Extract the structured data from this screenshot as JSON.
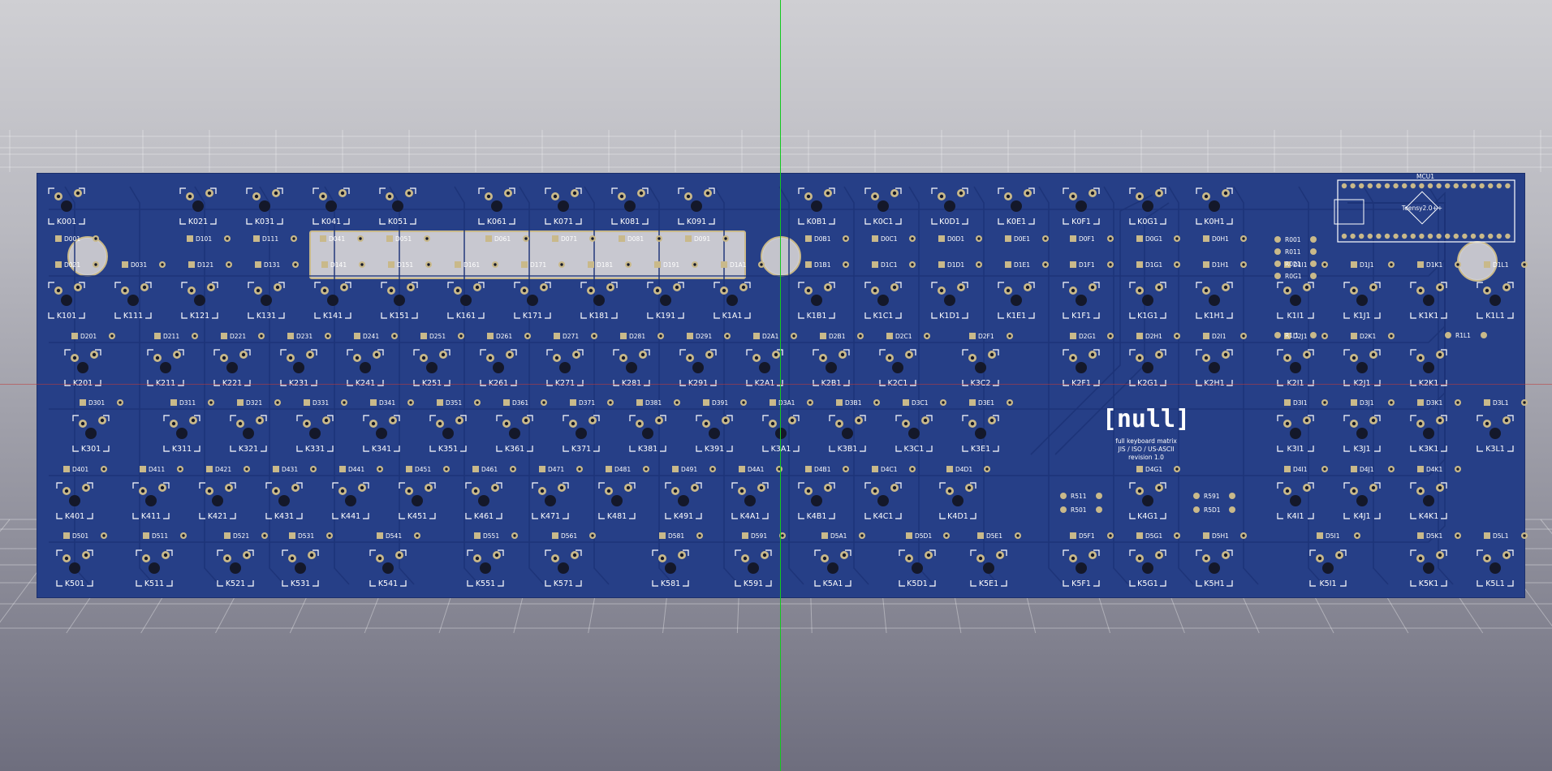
{
  "colors": {
    "board": "#263f87",
    "board_edge": "#1c2f6b",
    "pad": "#c9b98a",
    "hole": "#14182a",
    "silk": "#ffffff",
    "trace": "#1d3378",
    "axis_vertical": "#12c91e",
    "axis_horizontal": "#c03a3a",
    "grid": "#ffffff"
  },
  "board": {
    "mcu_label": "MCU1",
    "mcu_chip_label": "Teensy2.0++",
    "logo_text": "[null]",
    "logo_lines": [
      "full keyboard matrix",
      "JIS / ISO / US-ASCII",
      "revision 1.0"
    ]
  },
  "rows": [
    [
      "K001",
      "K021",
      "K031",
      "K041",
      "K051",
      "K061",
      "K071",
      "K081",
      "K091",
      "K0B1",
      "K0C1",
      "K0D1",
      "K0E1",
      "K0F1",
      "K0G1",
      "K0H1"
    ],
    [
      "K101",
      "K111",
      "K121",
      "K131",
      "K141",
      "K151",
      "K161",
      "K171",
      "K181",
      "K191",
      "K1A1",
      "K1B1",
      "K1C1",
      "K1D1",
      "K1E1",
      "K1F1",
      "K1G1",
      "K1H1",
      "K1I1",
      "K1J1",
      "K1K1",
      "K1L1"
    ],
    [
      "K201",
      "K211",
      "K221",
      "K231",
      "K241",
      "K251",
      "K261",
      "K271",
      "K281",
      "K291",
      "K2A1",
      "K2B1",
      "K2C1",
      "K3C2",
      "K2F1",
      "K2G1",
      "K2H1",
      "K2I1",
      "K2J1",
      "K2K1"
    ],
    [
      "K301",
      "K311",
      "K321",
      "K331",
      "K341",
      "K351",
      "K361",
      "K371",
      "K381",
      "K391",
      "K3A1",
      "K3B1",
      "K3C1",
      "K3E1",
      "K3I1",
      "K3J1",
      "K3K1",
      "K3L1"
    ],
    [
      "K401",
      "K411",
      "K421",
      "K431",
      "K441",
      "K451",
      "K461",
      "K471",
      "K481",
      "K491",
      "K4A1",
      "K4B1",
      "K4C1",
      "K4D1",
      "K4G1",
      "K4I1",
      "K4J1",
      "K4K1"
    ],
    [
      "K501",
      "K511",
      "K521",
      "K531",
      "K541",
      "K551",
      "K571",
      "K581",
      "K591",
      "K5A1",
      "K5D1",
      "K5E1",
      "K5F1",
      "K5G1",
      "K5H1",
      "K5I1",
      "K5K1",
      "K5L1"
    ]
  ],
  "diodes": [
    [
      "D001",
      "D101",
      "D111",
      "D041",
      "D051",
      "D061",
      "D071",
      "D081",
      "D091",
      "D0B1",
      "D0C1",
      "D0D1",
      "D0E1",
      "D0F1",
      "D0G1",
      "D0H1"
    ],
    [
      "D021",
      "D031",
      "D121",
      "D131",
      "D141",
      "D151",
      "D161",
      "D171",
      "D181",
      "D191",
      "D1A1",
      "D1B1",
      "D1C1",
      "D1D1",
      "D1E1",
      "D1F1",
      "D1G1",
      "D1H1",
      "D1I1",
      "D1J1",
      "D1K1",
      "D1L1"
    ],
    [
      "D201",
      "D211",
      "D221",
      "D231",
      "D241",
      "D251",
      "D261",
      "D271",
      "D281",
      "D291",
      "D2A1",
      "D2B1",
      "D2C1",
      "D2F1",
      "D2G1",
      "D2H1",
      "D2I1",
      "D2J1",
      "D2K1"
    ],
    [
      "D301",
      "D311",
      "D321",
      "D331",
      "D341",
      "D351",
      "D361",
      "D371",
      "D381",
      "D391",
      "D3A1",
      "D3B1",
      "D3C1",
      "D3E1",
      "D3I1",
      "D3J1",
      "D3K1",
      "D3L1"
    ],
    [
      "D401",
      "D411",
      "D421",
      "D431",
      "D441",
      "D451",
      "D461",
      "D471",
      "D481",
      "D491",
      "D4A1",
      "D4B1",
      "D4C1",
      "D4D1",
      "D4G1",
      "D4I1",
      "D4J1",
      "D4K1"
    ],
    [
      "D501",
      "D511",
      "D521",
      "D531",
      "D541",
      "D551",
      "D561",
      "D581",
      "D591",
      "D5A1",
      "D5D1",
      "D5E1",
      "D5F1",
      "D5G1",
      "D5H1",
      "D5I1",
      "D5K1",
      "D5L1"
    ]
  ],
  "resistors": [
    "R001",
    "R011",
    "R021",
    "R0G1",
    "R1I1",
    "R1L1",
    "R511",
    "R501",
    "R591",
    "R5D1"
  ]
}
